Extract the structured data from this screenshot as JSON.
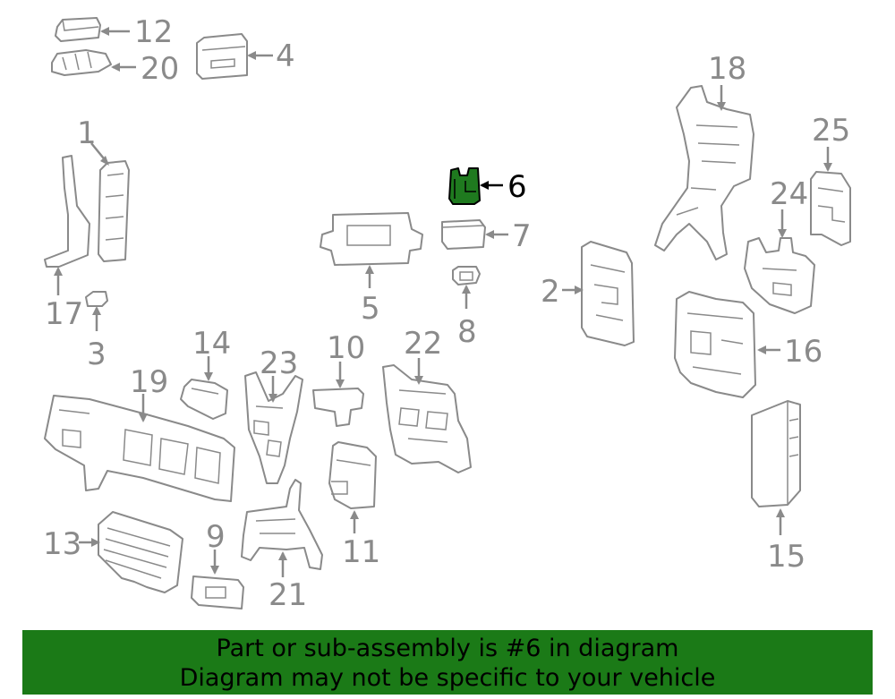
{
  "highlight_part": "6",
  "callouts": {
    "c1": "1",
    "c2": "2",
    "c3": "3",
    "c4": "4",
    "c5": "5",
    "c6": "6",
    "c7": "7",
    "c8": "8",
    "c9": "9",
    "c10": "10",
    "c11": "11",
    "c12": "12",
    "c13": "13",
    "c14": "14",
    "c15": "15",
    "c16": "16",
    "c17": "17",
    "c18": "18",
    "c19": "19",
    "c20": "20",
    "c21": "21",
    "c22": "22",
    "c23": "23",
    "c24": "24",
    "c25": "25"
  },
  "banner": {
    "line1": "Part or sub-assembly is #6 in diagram",
    "line2": "Diagram may not be specific to your vehicle"
  },
  "colors": {
    "banner_bg": "#1b7a17",
    "highlight_fill": "#1f7a1f",
    "line_gray": "#8a8a8a"
  }
}
